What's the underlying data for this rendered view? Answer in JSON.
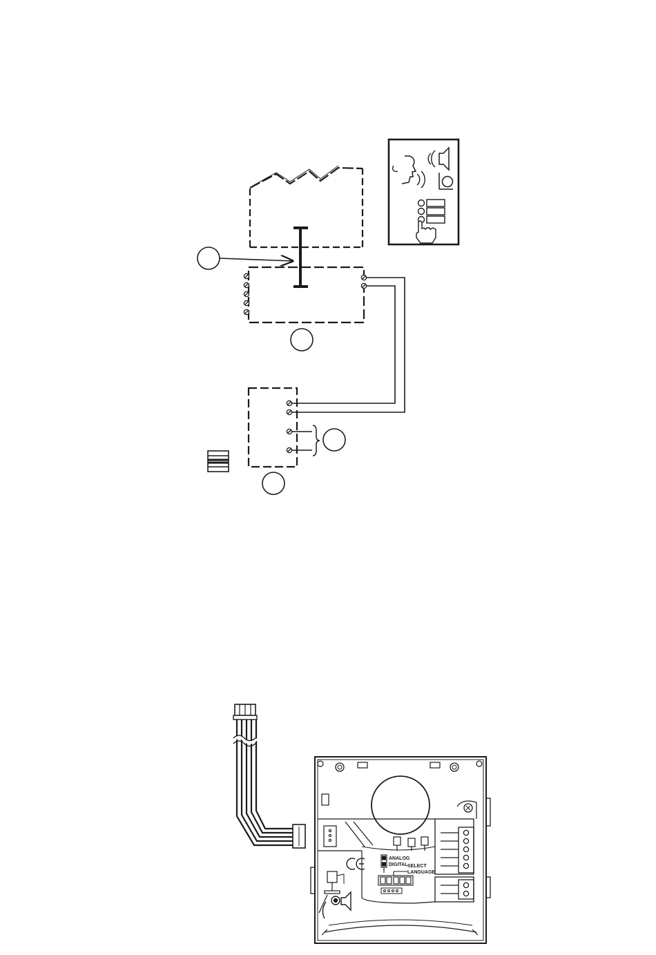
{
  "diagram": {
    "module": {
      "labels": {
        "mode_analog": "ANALOG",
        "mode_digital": "DIGITAL",
        "select_language": "SELECT",
        "select_language_line2": "LANGUAGE"
      }
    },
    "colors": {
      "line": "#1a1a1a",
      "background": "#ffffff"
    }
  }
}
